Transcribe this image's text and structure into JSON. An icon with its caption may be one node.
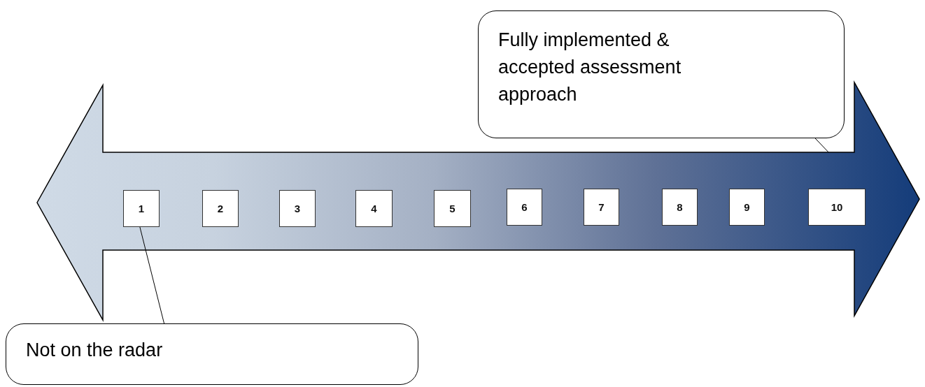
{
  "diagram": {
    "nodes": [
      {
        "text": [],
        "shape": "arrow"
      },
      {
        "text": [
          "1"
        ],
        "in": 0
      },
      {
        "text": [
          "2"
        ],
        "in": 0
      },
      {
        "text": [
          "3"
        ],
        "in": 0
      },
      {
        "text": [
          "4"
        ],
        "in": 0
      },
      {
        "text": [
          "5"
        ],
        "in": 0
      },
      {
        "text": [
          "6"
        ],
        "in": 0
      },
      {
        "text": [
          "7"
        ],
        "in": 0
      },
      {
        "text": [
          "8"
        ],
        "in": 0
      },
      {
        "text": [
          "9"
        ],
        "in": 0
      },
      {
        "text": [
          "10"
        ],
        "in": 0
      },
      {
        "text": [
          "Fully implemented & accepted assessment approach"
        ]
      },
      {
        "text": [
          "Not on the radar"
        ]
      }
    ],
    "edges": [
      {
        "from": 11,
        "to": 0,
        "arrow": "none"
      },
      {
        "from": 12,
        "to": 1,
        "arrow": "none"
      }
    ]
  }
}
